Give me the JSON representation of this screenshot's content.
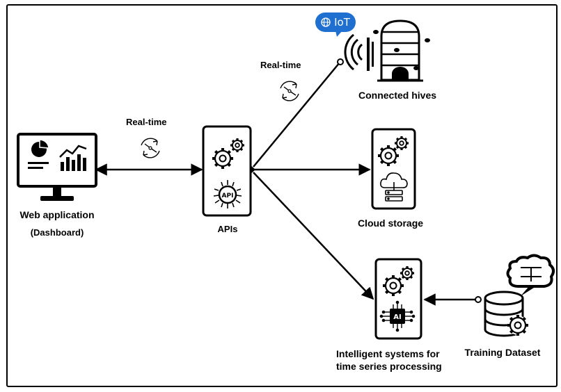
{
  "nodes": {
    "web_app": {
      "title": "Web application",
      "subtitle": "(Dashboard)",
      "icons": [
        "pie-chart-icon",
        "bar-line-chart-icon"
      ]
    },
    "apis": {
      "title": "APIs",
      "icons": [
        "gears-icon",
        "api-chip-icon"
      ]
    },
    "hives": {
      "title": "Connected hives",
      "badge": "IoT",
      "icons": [
        "wireless-signal-icon",
        "beehive-icon",
        "bee-icon"
      ]
    },
    "cloud": {
      "title": "Cloud storage",
      "icons": [
        "gears-icon",
        "cloud-server-icon"
      ]
    },
    "intelligent": {
      "title_line1": "Intelligent systems for",
      "title_line2": "time series processing",
      "chip_label": "AI",
      "icons": [
        "gears-icon",
        "ai-chip-icon"
      ]
    },
    "dataset": {
      "title": "Training Dataset",
      "icons": [
        "database-icon",
        "brain-icon",
        "gear-icon"
      ]
    }
  },
  "connections": {
    "realtime_left": "Real-time",
    "realtime_top": "Real-time"
  },
  "colors": {
    "line": "#000000",
    "badge": "#1e6fd0",
    "badge_text": "#ffffff"
  }
}
